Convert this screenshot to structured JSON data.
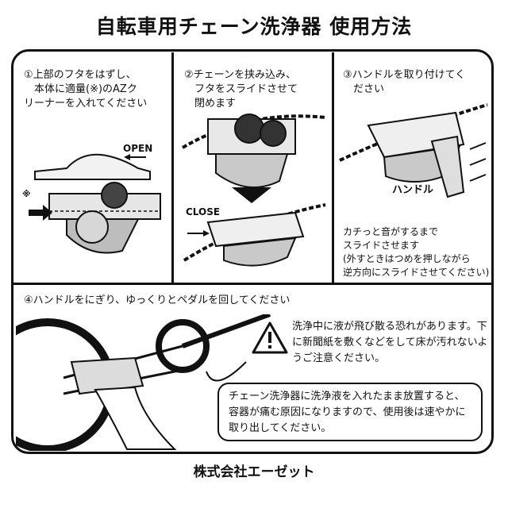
{
  "title": "自転車用チェーン洗浄器 使用方法",
  "steps": [
    {
      "text": "①上部のフタをはずし、\n　本体に適量(※)のAZク\nリーナーを入れてください"
    },
    {
      "text": "②チェーンを挟み込み、\n　フタをスライドさせて\n　閉めます"
    },
    {
      "text": "③ハンドルを取り付けてく\n　ださい"
    },
    {
      "text": "④ハンドルをにぎり、ゆっくりとペダルを回してください"
    }
  ],
  "labels": {
    "open": "OPEN",
    "close": "CLOSE",
    "handle": "ハンドル",
    "asterisk": "※"
  },
  "step3_note": "カチっと音がするまで\nスライドさせます\n(外すときはつめを押しながら\n逆方向にスライドさせてください)",
  "warning": "洗浄中に液が飛び散る恐れがあります。下に新聞紙を敷くなどをして床が汚れないようご注意ください。",
  "note": "チェーン洗浄器に洗浄液を入れたまま放置すると、容器が痛む原因になりますので、使用後は速やかに取り出してください。",
  "footer": "株式会社エーゼット",
  "colors": {
    "ink": "#111111",
    "gray": "#9a9a9a",
    "light": "#dcdcdc"
  }
}
